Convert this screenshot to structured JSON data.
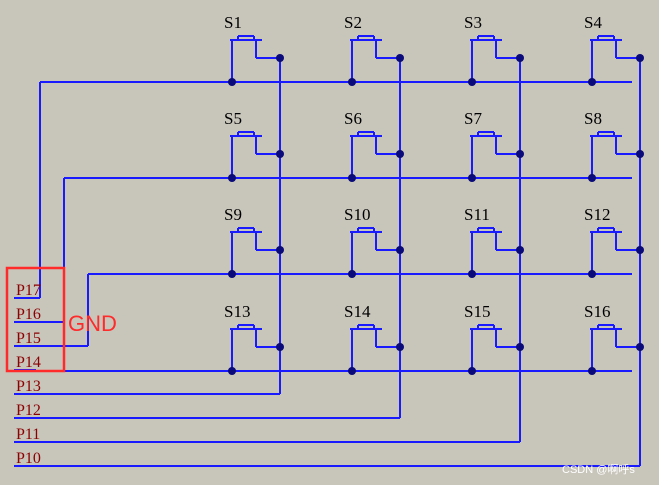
{
  "colors": {
    "background": "#c8c5bb",
    "wire": "#1a1aff",
    "switch": "#1a1aff",
    "junction": "#0a0a7a",
    "pin_text": "#8b0000",
    "switch_text": "#000000",
    "gnd_box": "#ff2a2a",
    "watermark": "#ffffff"
  },
  "switches": [
    "S1",
    "S2",
    "S3",
    "S4",
    "S5",
    "S6",
    "S7",
    "S8",
    "S9",
    "S10",
    "S11",
    "S12",
    "S13",
    "S14",
    "S15",
    "S16"
  ],
  "pins": {
    "rows": [
      "P17",
      "P16",
      "P15",
      "P14"
    ],
    "cols": [
      "P13",
      "P12",
      "P11",
      "P10"
    ]
  },
  "gnd_label": "GND",
  "watermark": "CSDN @啊呼s"
}
